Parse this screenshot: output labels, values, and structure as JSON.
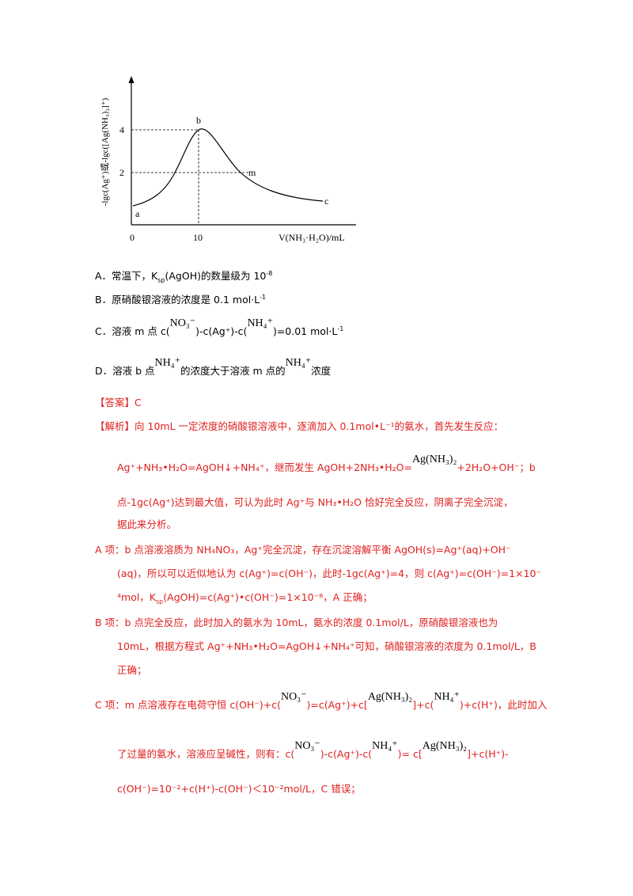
{
  "figure": {
    "y_axis_label": "-lgc(Ag⁺)或-lgc([Ag(NH₃)₂]⁺)",
    "x_axis_label": "V(NH₃·H₂O)/mL",
    "origin_label": "0",
    "x_tick": "10",
    "y_tick_4": "4",
    "y_tick_2": "2",
    "point_a": "a",
    "point_b": "b",
    "point_m": "m",
    "point_c": "c"
  },
  "options": {
    "A": {
      "text1": "A．常温下，K",
      "sub": "sp",
      "text2": "(AgOH)的数量级为 10",
      "sup": "-8"
    },
    "B": {
      "text1": "B．原硝酸银溶液的浓度是 0.1 mol·L",
      "sup": "-1"
    },
    "C": {
      "text1": "C．溶液 m 点 c(",
      "ion1": "NO₃⁻",
      "text2": ")-c(Ag⁺)-c(",
      "ion2": "NH₄⁺",
      "text3": ")=0.01 mol·L",
      "sup": "-1"
    },
    "D": {
      "text1": "D．溶液 b 点",
      "ion1": "NH₄⁺",
      "text2": "的浓度大于溶液 m 点的",
      "ion2": "NH₄⁺",
      "text3": "浓度"
    }
  },
  "answer": {
    "label": "【答案】",
    "value": "C"
  },
  "analysis": {
    "label": "【解析】",
    "l1": "向 10mL 一定浓度的硝酸银溶液中，逐滴加入 0.1mol•L⁻¹的氨水，首先发生反应：",
    "l2a": "Ag⁺+NH₃•H₂O=AgOH↓+NH₄⁺，继而发生 AgOH+2NH₃•H₂O=",
    "l2ion": "Ag(NH₃)₂",
    "l2b": "+2H₂O+OH⁻；b",
    "l3": "点-1gc(Ag⁺)达到最大值，可认为此时 Ag⁺与 NH₃•H₂O 恰好完全反应，阴离子完全沉淀，",
    "l4": "据此来分析。",
    "a1": "A 项：b 点溶液溶质为 NH₄NO₃，Ag⁺完全沉淀，存在沉淀溶解平衡 AgOH(s)=Ag⁺(aq)+OH⁻",
    "a2": "(aq)，所以可以近似地认为 c(Ag⁺)=c(OH⁻)，此时-1gc(Ag⁺)=4，则 c(Ag⁺)=c(OH⁻)=1×10⁻",
    "a3": "⁴mol，K",
    "a3sub": "sp",
    "a3b": "(AgOH)=c(Ag⁺)•c(OH⁻)=1×10⁻⁸，A 正确；",
    "b1": "B 项：b 点完全反应，此时加入的氨水为 10mL，氨水的浓度 0.1mol/L，原硝酸银溶液也为",
    "b2": "10mL，根据方程式 Ag⁺+NH₃•H₂O=AgOH↓+NH₄⁺可知，硝酸银溶液的浓度为 0.1mol/L，B",
    "b3": "正确；",
    "c1a": "C 项：m 点溶液存在电荷守恒 c(OH⁻)+c(",
    "c1ion1": "NO₃⁻",
    "c1b": ")=c(Ag⁺)+c[",
    "c1ion2": "Ag(NH₃)₂",
    "c1c": "]+c(",
    "c1ion3": "NH₄⁺",
    "c1d": ")+c(H⁺)，此时加入",
    "c2a": "了过量的氨水，溶液应呈碱性，则有：c(",
    "c2ion1": "NO₃⁻",
    "c2b": ")-c(Ag⁺)-c(",
    "c2ion2": "NH₄⁺",
    "c2c": ")= c[",
    "c2ion3": "Ag(NH₃)₂",
    "c2d": "]+c(H⁺)-",
    "c3": "c(OH⁻)=10⁻²+c(H⁺)-c(OH⁻)＜10⁻²mol/L，C 错误；"
  }
}
